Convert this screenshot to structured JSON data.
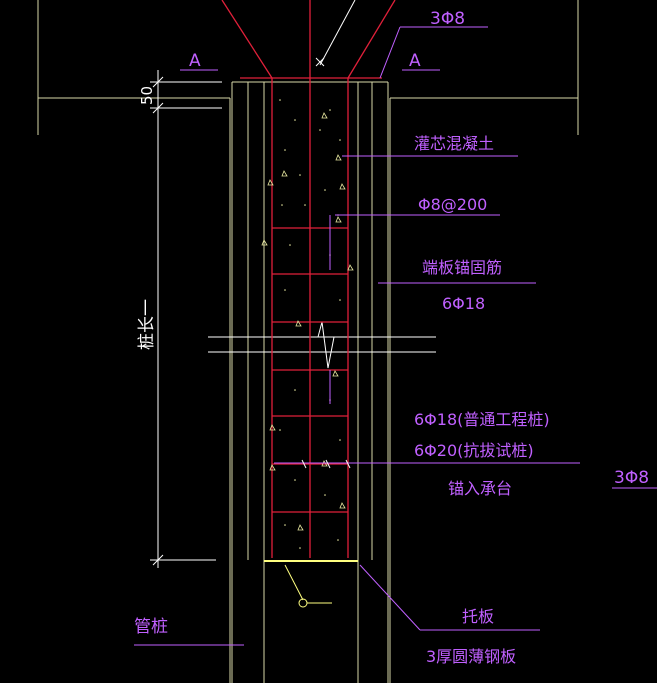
{
  "colors": {
    "background": "#000000",
    "outline": "#d8d8a8",
    "rebar": "#e0203a",
    "annotation": "#c060ff",
    "concrete_dots": "#e8e8a0",
    "white": "#ffffff"
  },
  "labels": {
    "top_rebar": "3Φ8",
    "section_left": "A",
    "section_right": "A",
    "dim_top": "50",
    "dim_length": "桩长一",
    "core_concrete": "灌芯混凝土",
    "stirrup": "Φ8@200",
    "end_plate_anchor": "端板锚固筋",
    "end_plate_anchor_qty": "6Φ18",
    "anchor_normal": "6Φ18(普通工程桩)",
    "anchor_test": "6Φ20(抗拔试桩)",
    "anchor_into_cap": "锚入承台",
    "side_rebar": "3Φ8",
    "pipe_pile": "管桩",
    "support_plate": "托板",
    "steel_plate": "3厚圆薄钢板"
  }
}
